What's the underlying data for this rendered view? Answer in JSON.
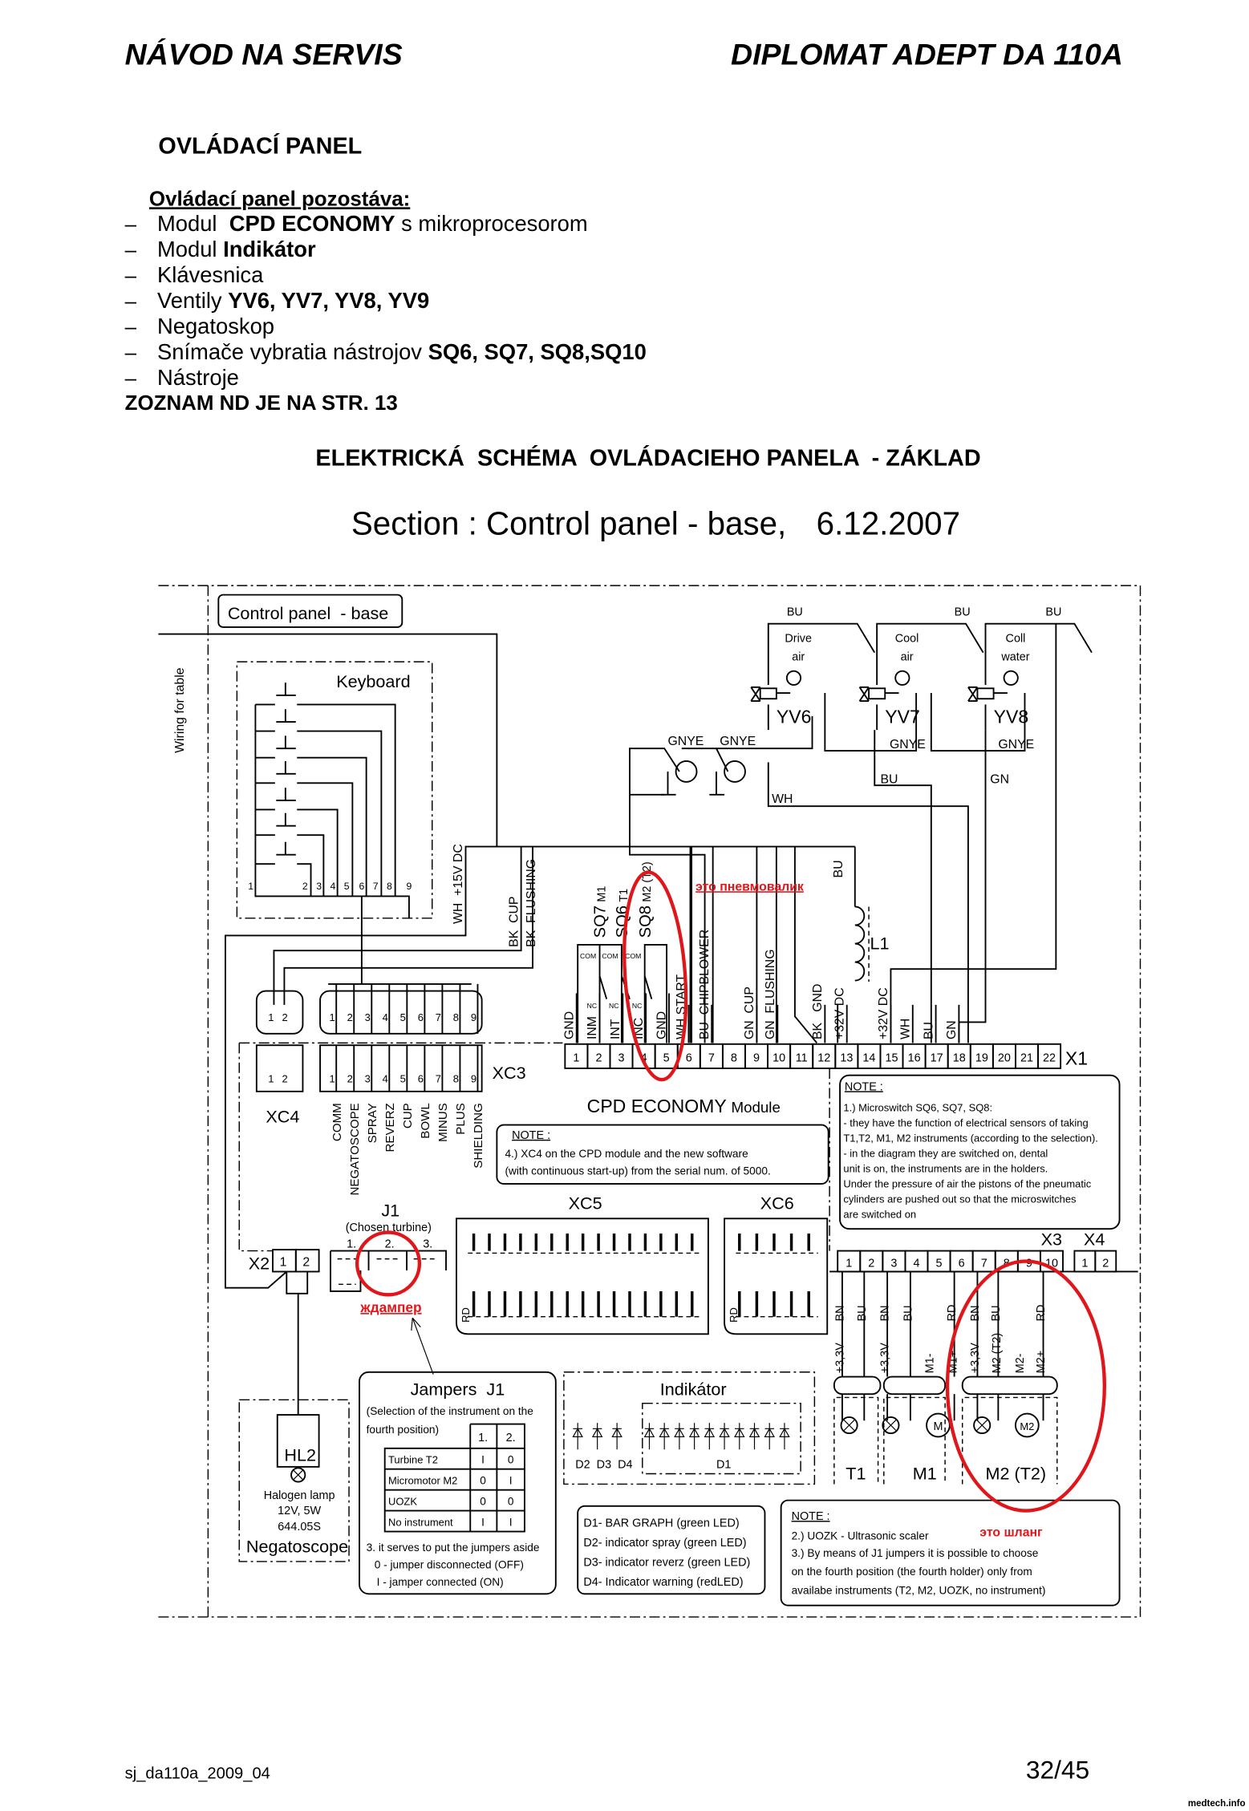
{
  "header": {
    "left": "NÁVOD NA SERVIS",
    "right": "DIPLOMAT ADEPT DA 110A"
  },
  "section_heading": "OVLÁDACÍ PANEL",
  "components": {
    "heading": "Ovládací panel pozostáva:",
    "items": [
      {
        "dash": "–",
        "pre": "Modul  ",
        "bold": "CPD ECONOMY",
        "post": " s mikroprocesorom"
      },
      {
        "dash": "–",
        "pre": "Modul ",
        "bold": "Indikátor",
        "post": ""
      },
      {
        "dash": "–",
        "pre": "Klávesnica",
        "bold": "",
        "post": ""
      },
      {
        "dash": "–",
        "pre": "Ventily ",
        "bold": "YV6, YV7, YV8, YV9",
        "post": ""
      },
      {
        "dash": "–",
        "pre": "Negatoskop",
        "bold": "",
        "post": ""
      },
      {
        "dash": "–",
        "pre": "Snímače vybratia nástrojov ",
        "bold": "SQ6, SQ7, SQ8,SQ10",
        "post": ""
      },
      {
        "dash": "–",
        "pre": "Nástroje",
        "bold": "",
        "post": ""
      }
    ],
    "parts_list_note": "ZOZNAM ND JE NA STR. 13"
  },
  "schema_title": "ELEKTRICKÁ  SCHÉMA  OVLÁDACIEHO PANELA  - ZÁKLAD",
  "section": {
    "label": "Section : Control panel - base,",
    "date": "6.12.2007"
  },
  "diagram": {
    "title_box": "Control panel  - base",
    "wiring_for_table": "Wiring for table",
    "keyboard": {
      "label": "Keyboard",
      "pins": [
        "1",
        "2",
        "3",
        "4",
        "5",
        "6",
        "7",
        "8",
        "9"
      ]
    },
    "bus_labels": [
      "WH  +15V DC",
      "BK  CUP",
      "BK  FLUSHING"
    ],
    "valves": [
      {
        "id": "YV6",
        "name1": "Drive",
        "name2": "air",
        "wire": "BU",
        "gnye": "GNYE"
      },
      {
        "id": "YV7",
        "name1": "Cool",
        "name2": "air",
        "wire": "BU",
        "gnye": "GNYE"
      },
      {
        "id": "YV8",
        "name1": "Coll",
        "name2": "water",
        "wire": "BU",
        "gnye": "GNYE"
      }
    ],
    "negatoscope_earth_labels": [
      "GNYE",
      "GNYE"
    ],
    "valve_wires": {
      "wh": "WH",
      "bu": "BU",
      "gn": "GN",
      "bu_coil": "BU"
    },
    "coil": "L1",
    "sensors": {
      "sq7": "SQ7",
      "sq7_sub": "M1",
      "sq6": "SQ6",
      "sq6_sub": "T1",
      "sq8": "SQ8",
      "sq8_sub": "M2 (T2)",
      "com": "COM",
      "nc": "NC"
    },
    "x1": {
      "label": "X1",
      "pins": [
        "1",
        "2",
        "3",
        "4",
        "5",
        "6",
        "7",
        "8",
        "9",
        "10",
        "11",
        "12",
        "13",
        "14",
        "15",
        "16",
        "17",
        "18",
        "19",
        "20",
        "21",
        "22"
      ],
      "wire_labels": [
        "GND",
        "INM",
        "INT",
        "INC",
        "GND",
        "WH START",
        "BU  CHIPBLOWER",
        "GN  CUP",
        "GN  FLUSHING",
        "BK   GND",
        "+32V DC",
        "+32V DC",
        "WH",
        "BU",
        "GN"
      ]
    },
    "xc4": {
      "label": "XC4",
      "pins": [
        "1",
        "2"
      ]
    },
    "xc3": {
      "label": "XC3",
      "pins": [
        "1",
        "2",
        "3",
        "4",
        "5",
        "6",
        "7",
        "8",
        "9"
      ],
      "signals": [
        "COMM",
        "NEGATOSCOPE",
        "SPRAY",
        "REVERZ",
        "CUP",
        "BOWL",
        "MINUS",
        "PLUS",
        "SHIELDING"
      ]
    },
    "cpd_module": {
      "name": "CPD ECONOMY",
      "suffix": "Module"
    },
    "note4": {
      "title": "NOTE :",
      "lines": [
        "4.) XC4 on the CPD module and the new software",
        "(with continuous start-up) from the serial num. of 5000."
      ]
    },
    "note1": {
      "title": "NOTE :",
      "lines": [
        "1.) Microswitch SQ6, SQ7, SQ8:",
        "- they have the function of electrical sensors of taking",
        "T1,T2, M1, M2 instruments (according to the selection).",
        "- in the diagram they are switched on, dental",
        "unit is on, the instruments are in the holders.",
        "Under the pressure of air the pistons of the pneumatic",
        "cylinders are pushed out so that the microswitches",
        "are switched on"
      ]
    },
    "xc5": "XC5",
    "xc6": "XC6",
    "rd": "RD",
    "j1": {
      "label": "J1",
      "sub": "(Chosen turbine)",
      "positions": [
        "1.",
        "2.",
        "3."
      ]
    },
    "x2": {
      "label": "X2",
      "pins": [
        "1",
        "2"
      ]
    },
    "x3": {
      "label": "X3",
      "pins": [
        "1",
        "2",
        "3",
        "4",
        "5",
        "6",
        "7",
        "8",
        "9",
        "10"
      ],
      "colors": [
        "BN",
        "BU",
        "BN",
        "BU",
        "RD",
        "BN",
        "BU",
        "RD"
      ],
      "signals": [
        "+3,3V",
        "+3,3V",
        "M1-",
        "M1+",
        "+3,3V",
        "M2 (T2)",
        "M2-",
        "M2+"
      ]
    },
    "x4": {
      "label": "X4",
      "pins": [
        "1",
        "2"
      ]
    },
    "instruments": {
      "t1": "T1",
      "m1": "M1",
      "m2": "M2 (T2)",
      "motor": "M",
      "motor2": "M2"
    },
    "negatoscope": {
      "lamp_id": "HL2",
      "lines": [
        "Halogen lamp",
        "12V, 5W",
        "644.05S"
      ],
      "name": "Negatoscope"
    },
    "jumpers": {
      "title": "Jampers  J1",
      "sub1": "(Selection of the instrument on the",
      "sub2": "fourth position)",
      "cols": [
        "1.",
        "2."
      ],
      "rows": [
        {
          "name": "Turbine T2",
          "a": "I",
          "b": "0"
        },
        {
          "name": "Micromotor M2",
          "a": "0",
          "b": "I"
        },
        {
          "name": "UOZK",
          "a": "0",
          "b": "0"
        },
        {
          "name": "No instrument",
          "a": "I",
          "b": "I"
        }
      ],
      "notes": [
        "3. it serves to put the jumpers aside",
        "0 - jumper disconnected (OFF)",
        "I - jamper connected (ON)"
      ]
    },
    "indicator": {
      "title": "Indikátor",
      "d234": "D2  D3  D4",
      "d1": "D1"
    },
    "led_legend": [
      "D1- BAR GRAPH (green LED)",
      "D2- indicator spray (green LED)",
      "D3- indicator reverz (green LED)",
      "D4- Indicator warning (redLED)"
    ],
    "note23": {
      "title": "NOTE :",
      "lines": [
        "2.) UOZK - Ultrasonic scaler",
        "3.) By means of J1 jumpers it is possible to choose",
        "on the fourth position (the fourth holder) only from",
        "availabe instruments (T2, M2, UOZK, no instrument)"
      ]
    },
    "annotations": {
      "pneumo": "это пневмовалик",
      "jumper": "ждампер",
      "hose": "это шланг",
      "color": "#e0161b"
    }
  },
  "footer": {
    "doc_id": "sj_da110a_2009_04",
    "page": "32/45",
    "watermark": "medtech.info"
  }
}
